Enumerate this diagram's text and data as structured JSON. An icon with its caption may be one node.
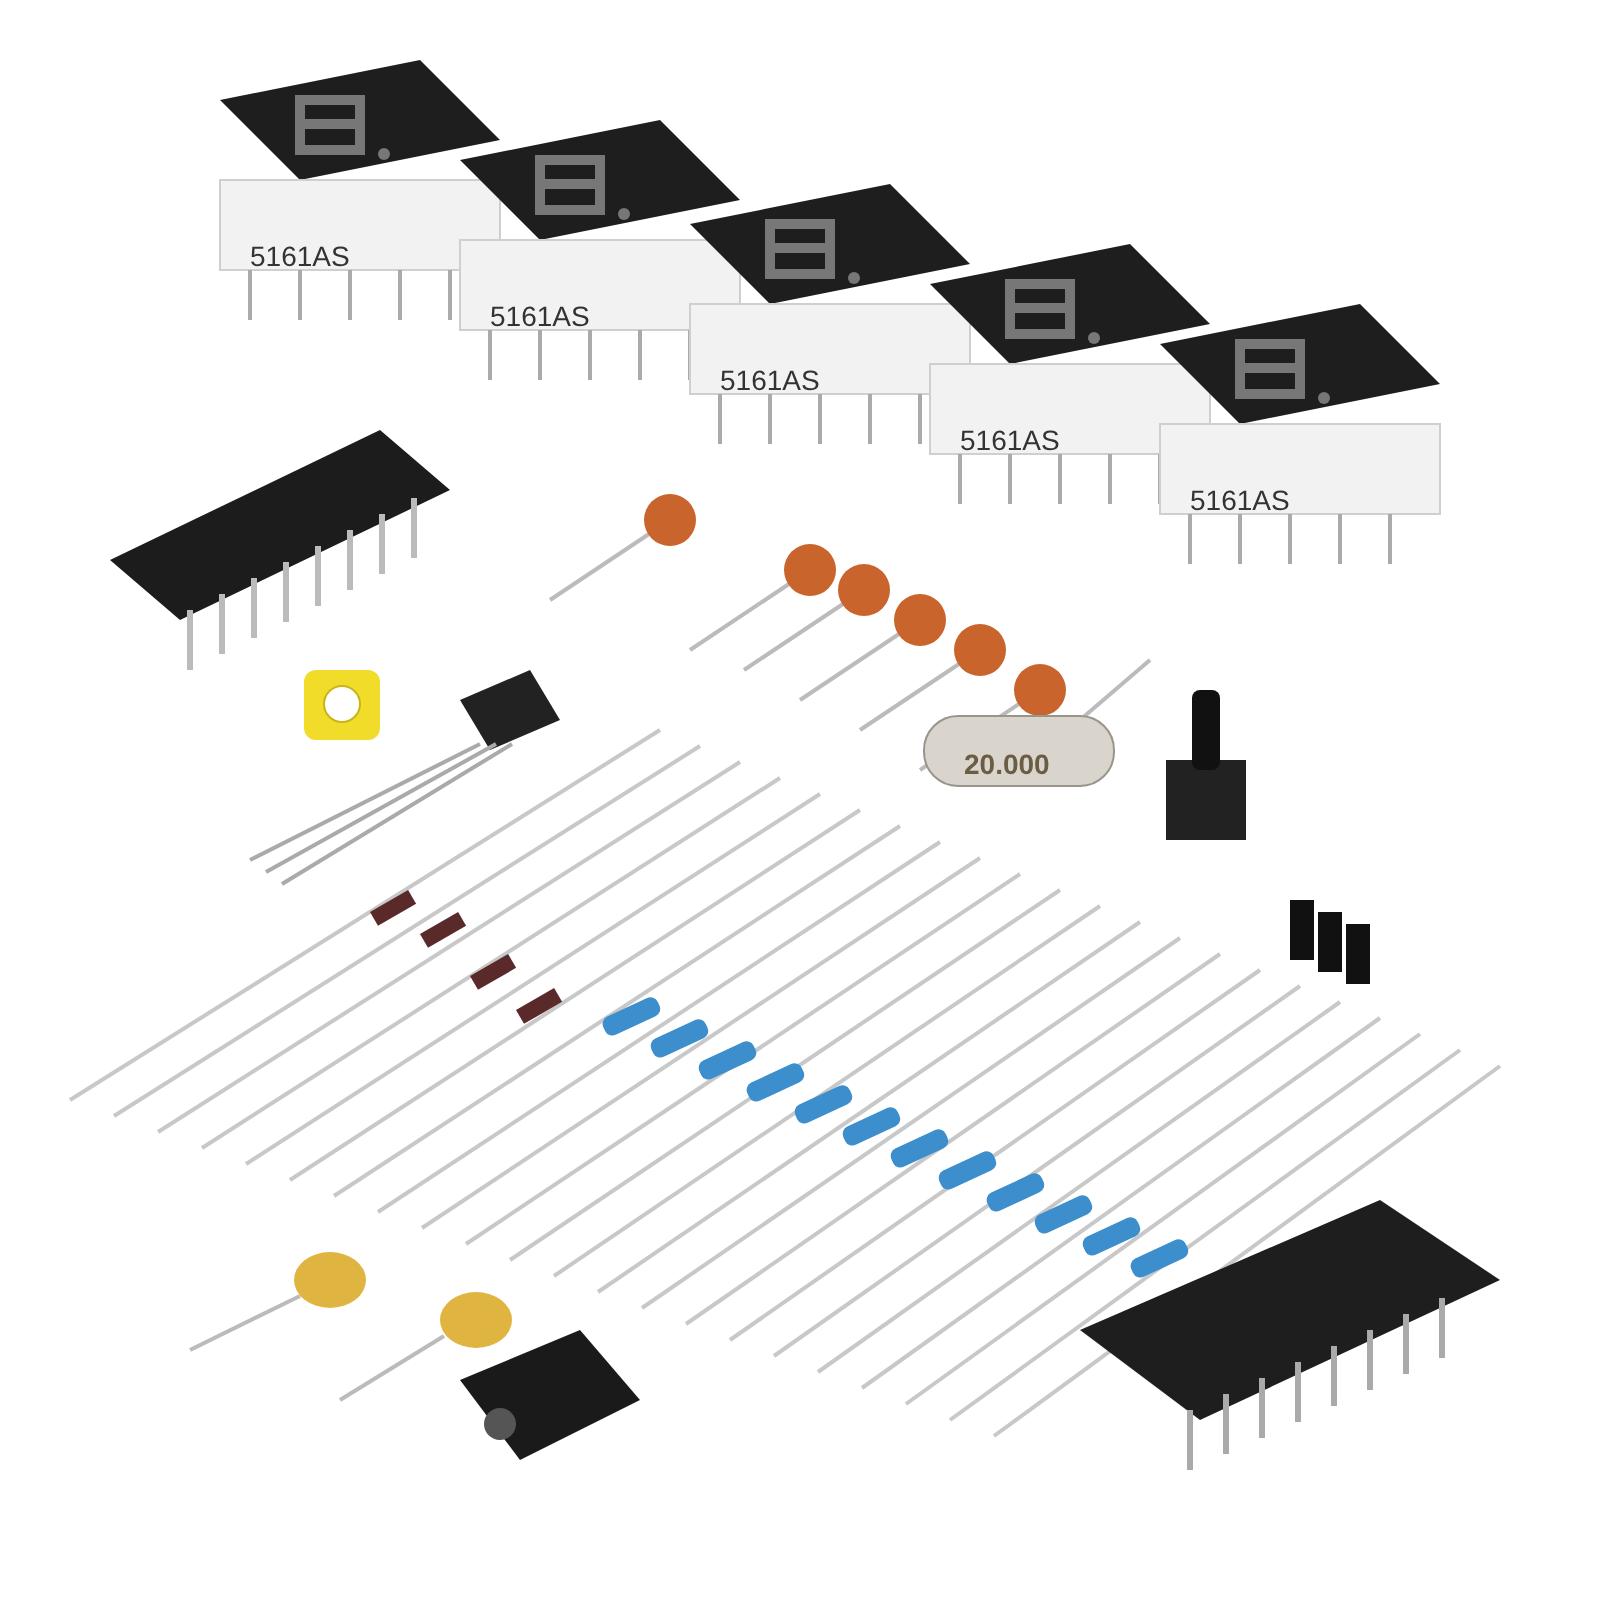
{
  "diagram": {
    "labels": [
      "5161AS",
      "5161AS",
      "5161AS",
      "5161AS",
      "5161AS",
      "20.000"
    ]
  }
}
